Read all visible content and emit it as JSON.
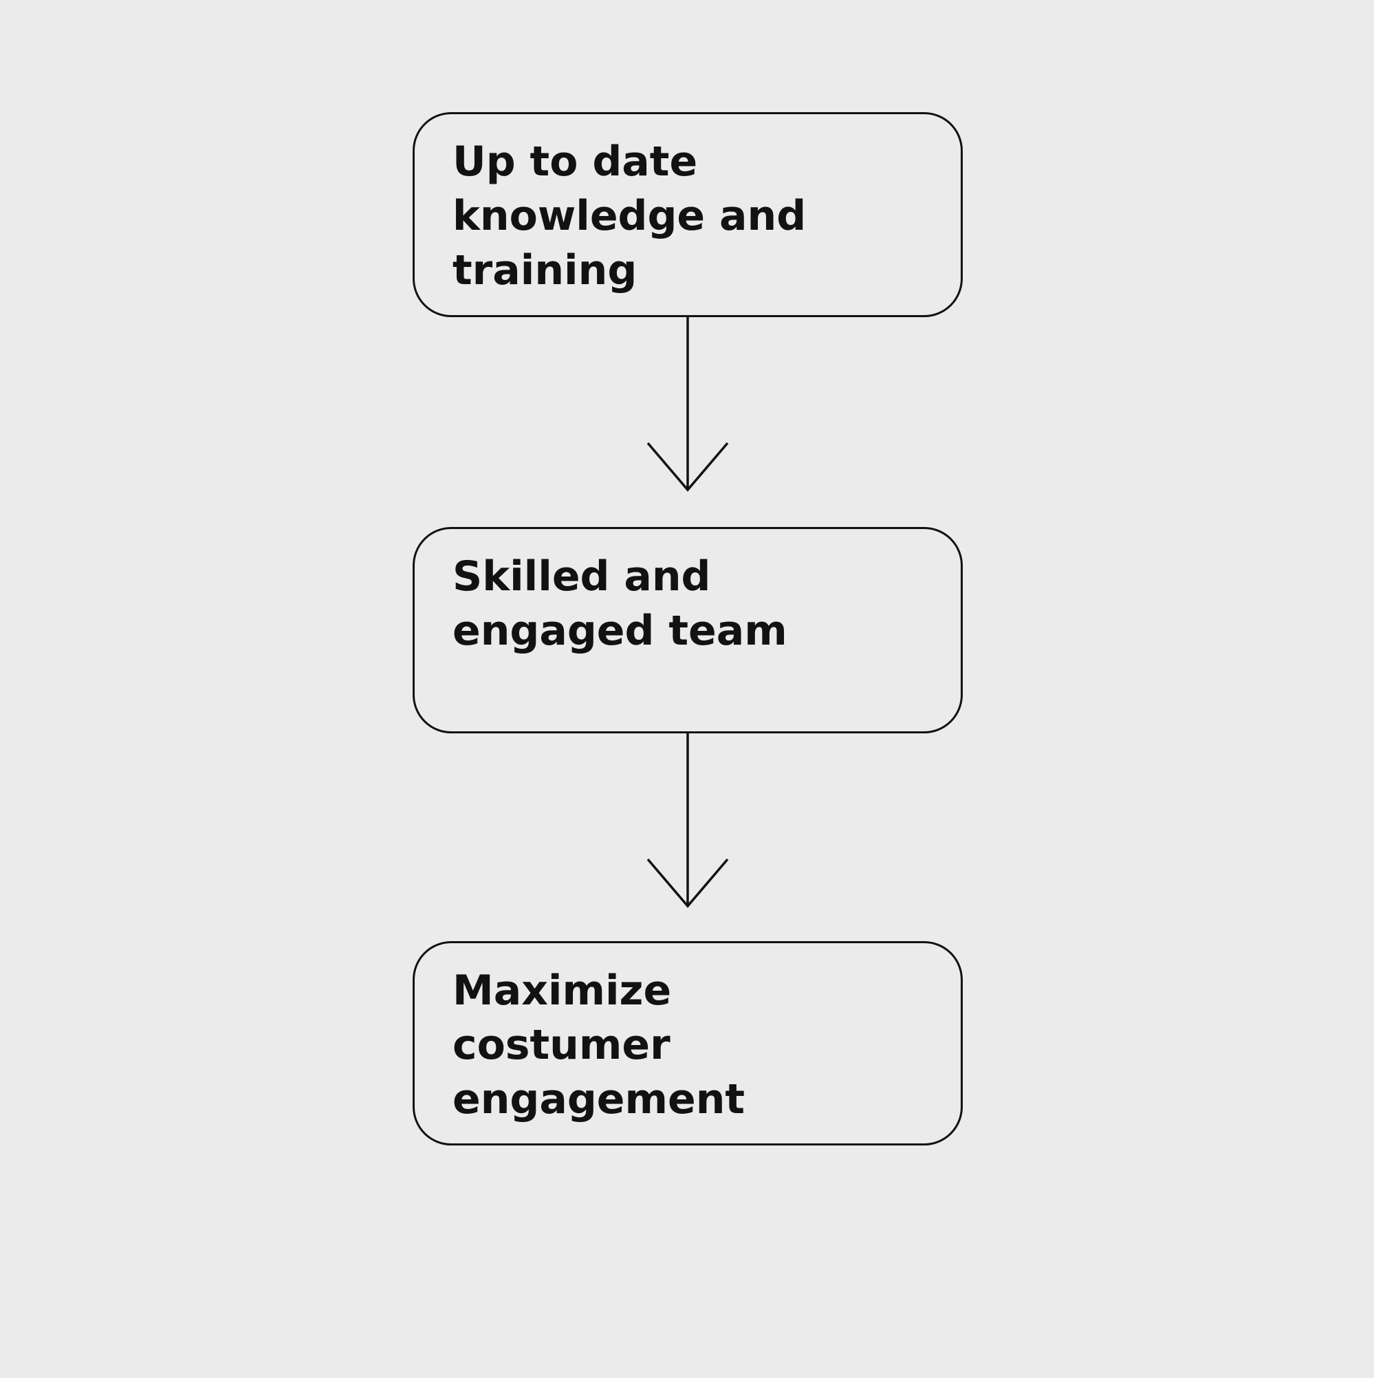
{
  "diagram": {
    "type": "flowchart",
    "direction": "top-down",
    "nodes": [
      {
        "id": "node-1",
        "label": "Up to date knowledge and training",
        "lines": [
          "Up to date",
          "knowledge and",
          "training"
        ]
      },
      {
        "id": "node-2",
        "label": "Skilled and engaged team",
        "lines": [
          "Skilled and",
          "engaged team"
        ]
      },
      {
        "id": "node-3",
        "label": "Maximize costumer engagement",
        "lines": [
          "Maximize",
          "costumer",
          "engagement"
        ]
      }
    ],
    "connectors": [
      {
        "from": "node-1",
        "to": "node-2",
        "style": "open-chevron-arrow-down"
      },
      {
        "from": "node-2",
        "to": "node-3",
        "style": "open-chevron-arrow-down"
      }
    ]
  },
  "theme": {
    "bg": "#ebebeb",
    "node-fill": "#ebebeb",
    "ink": "#121212"
  }
}
